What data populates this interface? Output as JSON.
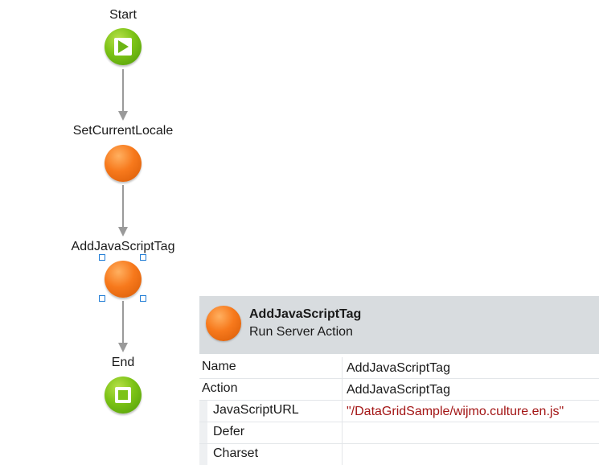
{
  "flow": {
    "nodes": [
      {
        "label": "Start",
        "kind": "start",
        "color": "green",
        "icon": "play-icon"
      },
      {
        "label": "SetCurrentLocale",
        "kind": "server-action",
        "color": "orange",
        "icon": "circle-icon"
      },
      {
        "label": "AddJavaScriptTag",
        "kind": "server-action",
        "color": "orange",
        "icon": "circle-icon",
        "selected": true
      },
      {
        "label": "End",
        "kind": "end",
        "color": "green",
        "icon": "stop-icon"
      }
    ]
  },
  "properties": {
    "title": "AddJavaScriptTag",
    "subtitle": "Run Server Action",
    "rows": [
      {
        "name": "Name",
        "value": "AddJavaScriptTag"
      },
      {
        "name": "Action",
        "value": "AddJavaScriptTag"
      },
      {
        "name": "JavaScriptURL",
        "value": "\"/DataGridSample/wijmo.culture.en.js\""
      },
      {
        "name": "Defer",
        "value": ""
      },
      {
        "name": "Charset",
        "value": ""
      }
    ]
  },
  "colors": {
    "start_end_node": "#7cc316",
    "action_node": "#f7791c",
    "selection_handle": "#1e7bd4",
    "string_value": "#a31515",
    "panel_header": "#d8dcdf"
  }
}
